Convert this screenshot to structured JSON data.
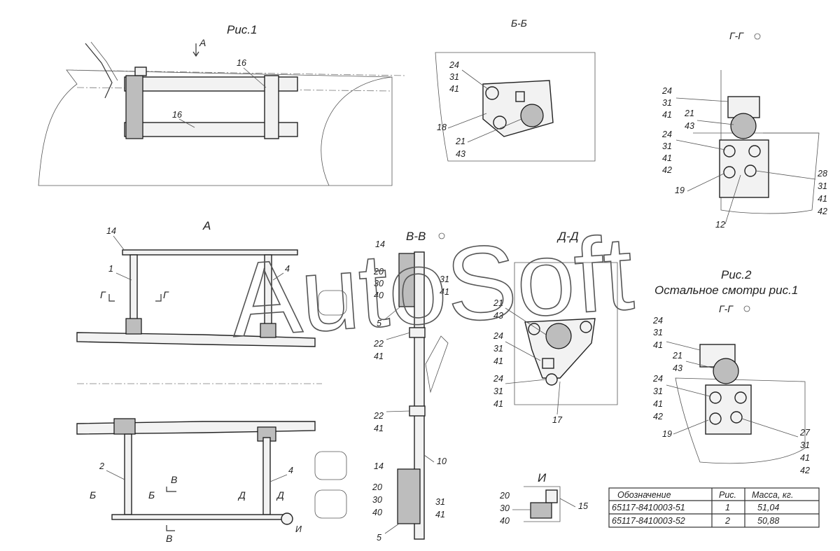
{
  "titles": {
    "fig1": "Рис.1",
    "view_a_arrow": "А",
    "view_a": "А",
    "sec_bb": "Б-Б",
    "sec_gg": "Г-Г",
    "sec_vv": "В-В",
    "sec_dd": "Д-Д",
    "fig2": "Рис.2",
    "fig2_note": "Остальное смотри рис.1",
    "sec_gg2": "Г-Г",
    "view_i": "И"
  },
  "section_marks": {
    "g_left": "Г",
    "g_right": "Г",
    "b_left": "Б",
    "b_right": "Б",
    "v_top": "В",
    "v_bottom": "В",
    "d_left": "Д",
    "d_right": "Д",
    "i_mark": "И"
  },
  "labels": {
    "fig1_16a": "16",
    "fig1_16b": "16",
    "bb": [
      "24",
      "31",
      "41",
      "18",
      "21",
      "43"
    ],
    "gg_left": [
      "24",
      "31",
      "41",
      "21",
      "43",
      "24",
      "31",
      "41",
      "42",
      "19"
    ],
    "gg_right": [
      "28",
      "31",
      "41",
      "42",
      "12"
    ],
    "a_view": [
      "14",
      "1",
      "4"
    ],
    "a_lower": [
      "2",
      "4"
    ],
    "vv_left": [
      "14",
      "20",
      "30",
      "40",
      "5",
      "22",
      "41",
      "22",
      "41",
      "14",
      "20",
      "30",
      "40",
      "5"
    ],
    "vv_right": [
      "31",
      "41",
      "10",
      "31",
      "41"
    ],
    "dd": [
      "21",
      "43",
      "24",
      "31",
      "41",
      "24",
      "31",
      "41",
      "17"
    ],
    "gg2_left": [
      "24",
      "31",
      "41",
      "21",
      "43",
      "24",
      "31",
      "41",
      "42",
      "19"
    ],
    "gg2_right": [
      "27",
      "31",
      "41",
      "42"
    ],
    "i_view": [
      "20",
      "30",
      "40",
      "15"
    ]
  },
  "watermark": "AutoSoft",
  "table": {
    "headers": [
      "Обозначение",
      "Рис.",
      "Масса, кг."
    ],
    "rows": [
      [
        "65117-8410003-51",
        "1",
        "51,04"
      ],
      [
        "65117-8410003-52",
        "2",
        "50,88"
      ]
    ]
  },
  "colors": {
    "line": "#333333",
    "background": "#ffffff"
  }
}
